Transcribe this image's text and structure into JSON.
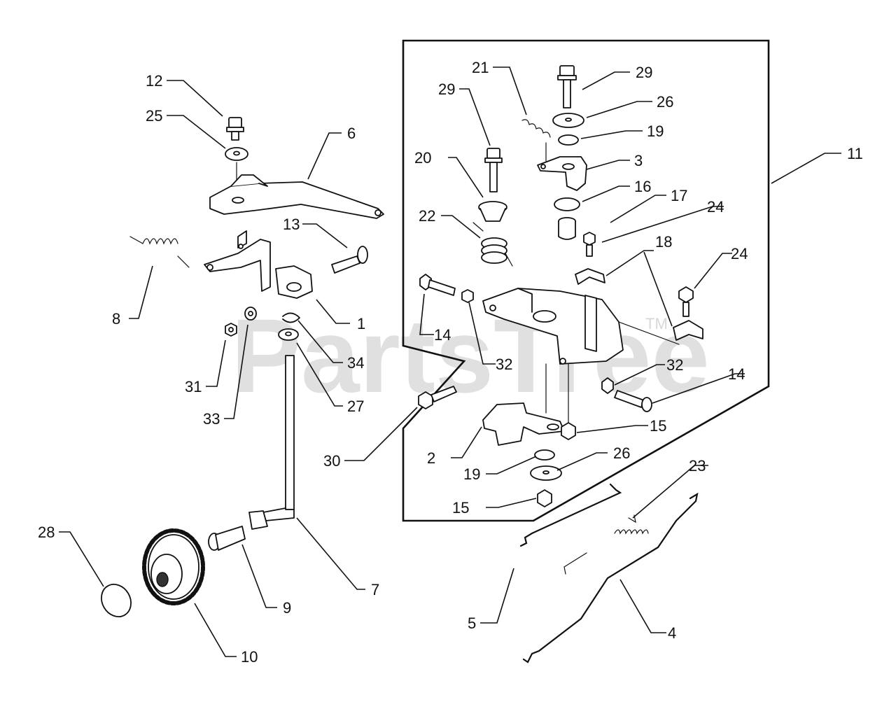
{
  "watermark": {
    "text": "PartsTree",
    "trademark": "TM"
  },
  "callouts": {
    "c1": "1",
    "c2": "2",
    "c3": "3",
    "c4": "4",
    "c5": "5",
    "c6": "6",
    "c7": "7",
    "c8": "8",
    "c9": "9",
    "c10": "10",
    "c11": "11",
    "c12": "12",
    "c13": "13",
    "c14a": "14",
    "c14b": "14",
    "c15a": "15",
    "c15b": "15",
    "c16": "16",
    "c17": "17",
    "c18": "18",
    "c19a": "19",
    "c19b": "19",
    "c20": "20",
    "c21": "21",
    "c22": "22",
    "c23": "23",
    "c24a": "24",
    "c24b": "24",
    "c25": "25",
    "c26a": "26",
    "c26b": "26",
    "c27": "27",
    "c28": "28",
    "c29a": "29",
    "c29b": "29",
    "c30": "30",
    "c31": "31",
    "c32a": "32",
    "c32b": "32",
    "c33": "33",
    "c34": "34"
  }
}
